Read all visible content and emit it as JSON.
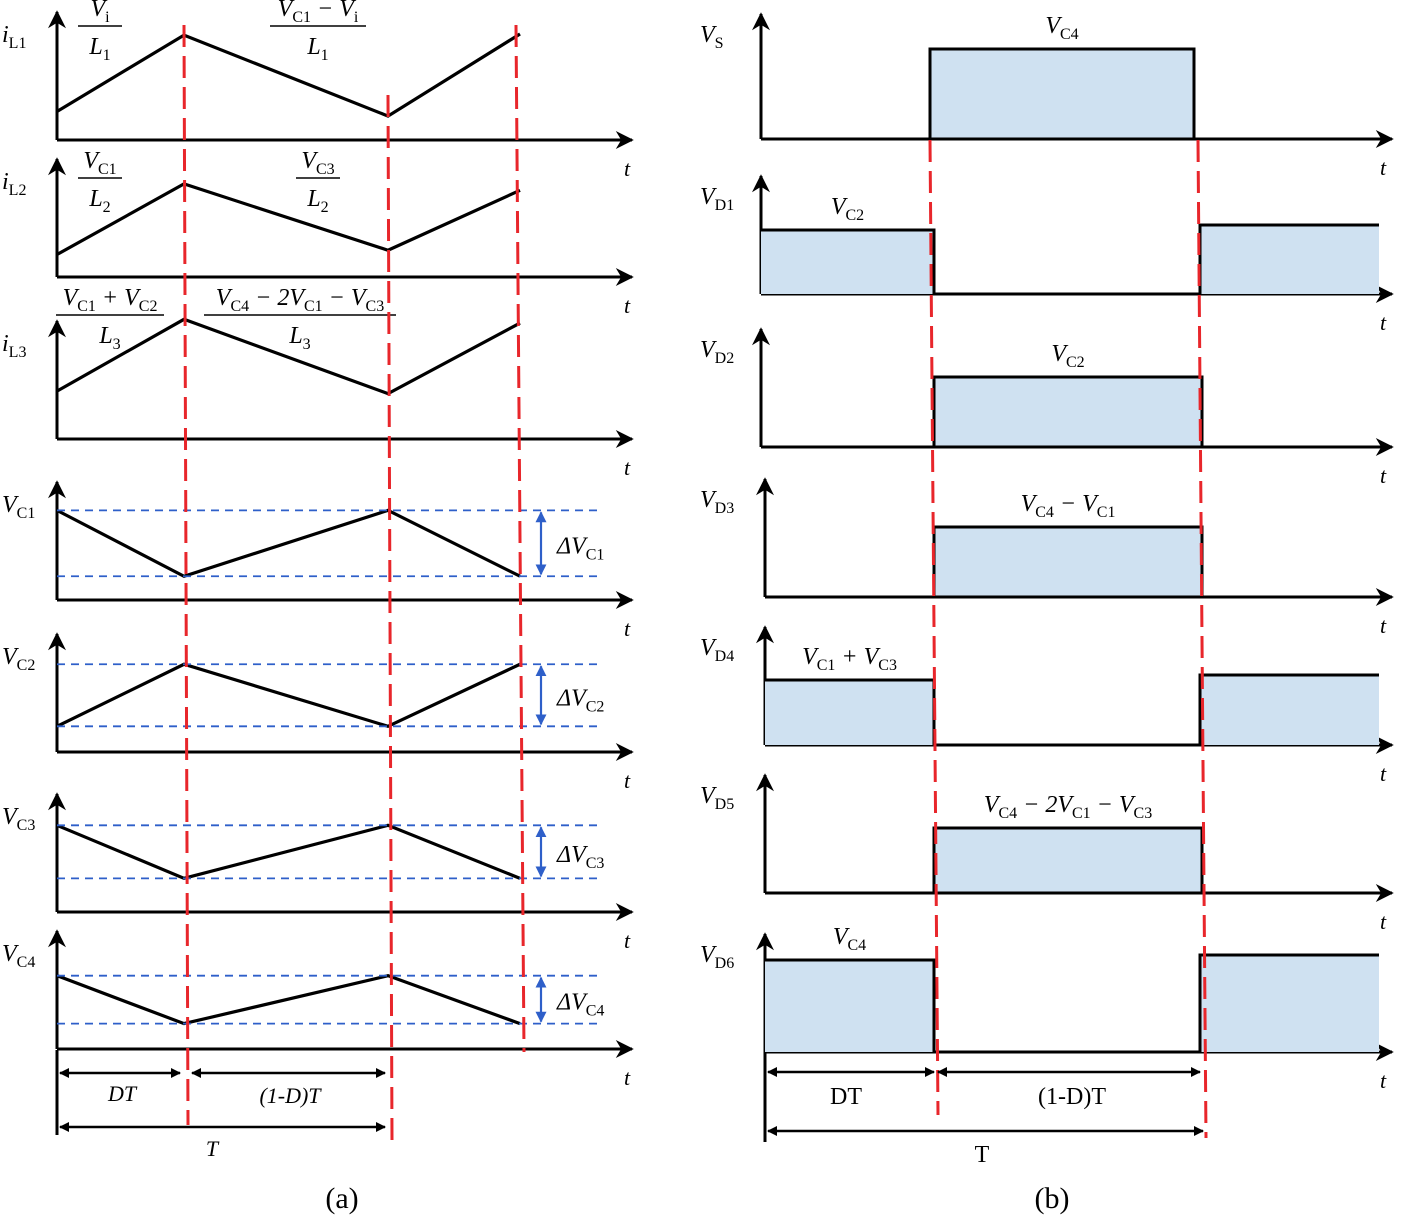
{
  "panels": {
    "a": {
      "caption": "(a)",
      "time_label": "t",
      "spans": {
        "first": "DT",
        "second": "(1-D)T",
        "period": "T"
      },
      "rows": [
        {
          "id": "il1",
          "sym": "i",
          "sub": "L1",
          "slope1": {
            "num": [
              "V",
              "i",
              ""
            ],
            "den": [
              "L",
              "1"
            ]
          },
          "slope2": {
            "num": [
              "V",
              "C1",
              " − V",
              "i"
            ],
            "den": [
              "L",
              "1"
            ]
          },
          "levels": [
            0.25,
            0.92,
            0.21,
            0.93
          ]
        },
        {
          "id": "il2",
          "sym": "i",
          "sub": "L2",
          "slope1": {
            "num": [
              "V",
              "C1",
              ""
            ],
            "den": [
              "L",
              "2"
            ]
          },
          "slope2": {
            "num": [
              "V",
              "C3",
              ""
            ],
            "den": [
              "L",
              "2"
            ]
          },
          "levels": [
            0.21,
            0.87,
            0.25,
            0.81
          ]
        },
        {
          "id": "il3",
          "sym": "i",
          "sub": "L3",
          "slope1": {
            "num": [
              "V",
              "C1",
              " + V",
              "C2"
            ],
            "den": [
              "L",
              "3"
            ]
          },
          "slope2": {
            "num": [
              "V",
              "C4",
              " − 2V",
              "C1",
              " − V",
              "C3"
            ],
            "den": [
              "L",
              "3"
            ]
          },
          "levels": [
            0.38,
            0.95,
            0.36,
            0.92
          ]
        },
        {
          "id": "vc1",
          "sym": "V",
          "sub": "C1",
          "ripple": "ΔV",
          "ripple_sub": "C1",
          "levels": [
            0.83,
            0.22,
            0.83,
            0.22
          ]
        },
        {
          "id": "vc2",
          "sym": "V",
          "sub": "C2",
          "ripple": "ΔV",
          "ripple_sub": "C2",
          "levels": [
            0.24,
            0.82,
            0.24,
            0.82
          ]
        },
        {
          "id": "vc3",
          "sym": "V",
          "sub": "C3",
          "ripple": "ΔV",
          "ripple_sub": "C3",
          "levels": [
            0.85,
            0.33,
            0.85,
            0.33
          ]
        },
        {
          "id": "vc4",
          "sym": "V",
          "sub": "C4",
          "ripple": "ΔV",
          "ripple_sub": "C4",
          "levels": [
            0.78,
            0.27,
            0.78,
            0.27
          ]
        }
      ]
    },
    "b": {
      "caption": "(b)",
      "time_label": "t",
      "spans": {
        "first": "DT",
        "second": "(1-D)T",
        "period": "T"
      },
      "rows": [
        {
          "id": "vs",
          "sym": "V",
          "sub": "S",
          "pulse": "second",
          "level": [
            "V",
            "C4"
          ]
        },
        {
          "id": "vd1",
          "sym": "V",
          "sub": "D1",
          "pulse": "first",
          "level": [
            "V",
            "C2"
          ]
        },
        {
          "id": "vd2",
          "sym": "V",
          "sub": "D2",
          "pulse": "second",
          "level": [
            "V",
            "C2"
          ]
        },
        {
          "id": "vd3",
          "sym": "V",
          "sub": "D3",
          "pulse": "second",
          "level": [
            "V",
            "C4",
            " − V",
            "C1"
          ]
        },
        {
          "id": "vd4",
          "sym": "V",
          "sub": "D4",
          "pulse": "first",
          "level": [
            "V",
            "C1",
            " + V",
            "C3"
          ]
        },
        {
          "id": "vd5",
          "sym": "V",
          "sub": "D5",
          "pulse": "second",
          "level": [
            "V",
            "C4",
            " − 2V",
            "C1",
            " − V",
            "C3"
          ]
        },
        {
          "id": "vd6",
          "sym": "V",
          "sub": "D6",
          "pulse": "first",
          "level": [
            "V",
            "C4"
          ]
        }
      ]
    }
  },
  "colors": {
    "trace": "#000000",
    "switch_line": "#e8262b",
    "ripple": "#2e5fc9",
    "fill": "#cfe1f1"
  }
}
